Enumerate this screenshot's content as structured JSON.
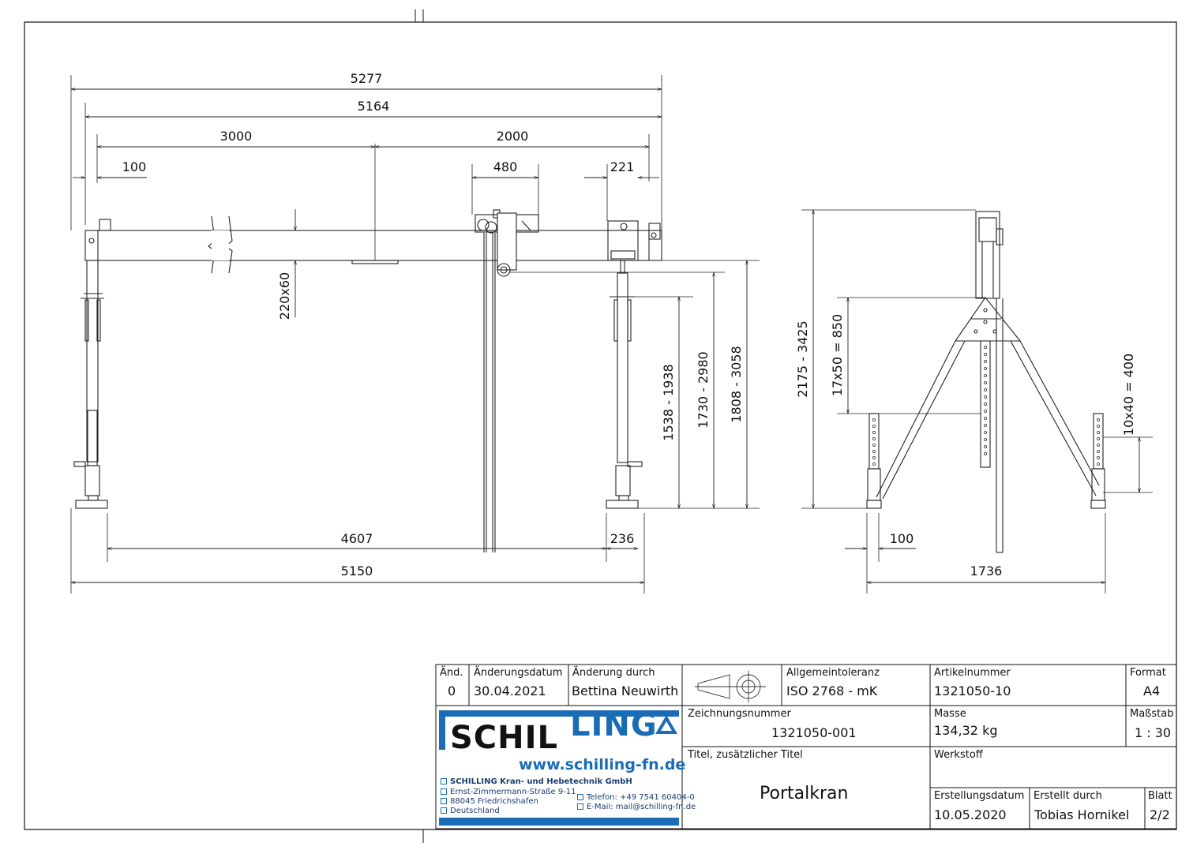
{
  "dimensions": {
    "d5277": "5277",
    "d5164": "5164",
    "d3000": "3000",
    "d2000": "2000",
    "d100_top": "100",
    "d480": "480",
    "d221": "221",
    "d220x60": "220x60",
    "d1538": "1538 - 1938",
    "d1730": "1730 - 2980",
    "d1808": "1808 - 3058",
    "d4607": "4607",
    "d236": "236",
    "d5150": "5150",
    "d2175": "2175 - 3425",
    "d17x50": "17x50 = 850",
    "d10x40": "10x40 = 400",
    "d100_side": "100",
    "d1736": "1736"
  },
  "title_block": {
    "aend_label": "Änd.",
    "aend_value": "0",
    "aenderungsdatum_label": "Änderungsdatum",
    "aenderungsdatum_value": "30.04.2021",
    "aenderung_durch_label": "Änderung durch",
    "aenderung_durch_value": "Bettina Neuwirth",
    "toleranz_label": "Allgemeintoleranz",
    "toleranz_value": "ISO 2768 - mK",
    "artikelnummer_label": "Artikelnummer",
    "artikelnummer_value": "1321050-10",
    "format_label": "Format",
    "format_value": "A4",
    "zeichnungsnummer_label": "Zeichnungsnummer",
    "zeichnungsnummer_value": "1321050-001",
    "masse_label": "Masse",
    "masse_value": "134,32 kg",
    "massstab_label": "Maßstab",
    "massstab_value": "1 : 30",
    "titel_label": "Titel, zusätzlicher Titel",
    "titel_value": "Portalkran",
    "werkstoff_label": "Werkstoff",
    "erstellungsdatum_label": "Erstellungsdatum",
    "erstellungsdatum_value": "10.05.2020",
    "erstellt_durch_label": "Erstellt durch",
    "erstellt_durch_value": "Tobias Hornikel",
    "blatt_label": "Blatt",
    "blatt_value": "2/2"
  },
  "logo": {
    "text_schil": "SCHIL",
    "text_ling": "LING",
    "website": "www.schilling-fn.de",
    "company": "SCHILLING Kran- und Hebetechnik GmbH",
    "street": "Ernst-Zimmermann-Straße 9-11",
    "city": "88045 Friedrichshafen",
    "country": "Deutschland",
    "phone": "Telefon: +49 7541 60404-0",
    "email": "E-Mail: mail@schilling-fn.de",
    "brand_color": "#1a6cb5"
  }
}
